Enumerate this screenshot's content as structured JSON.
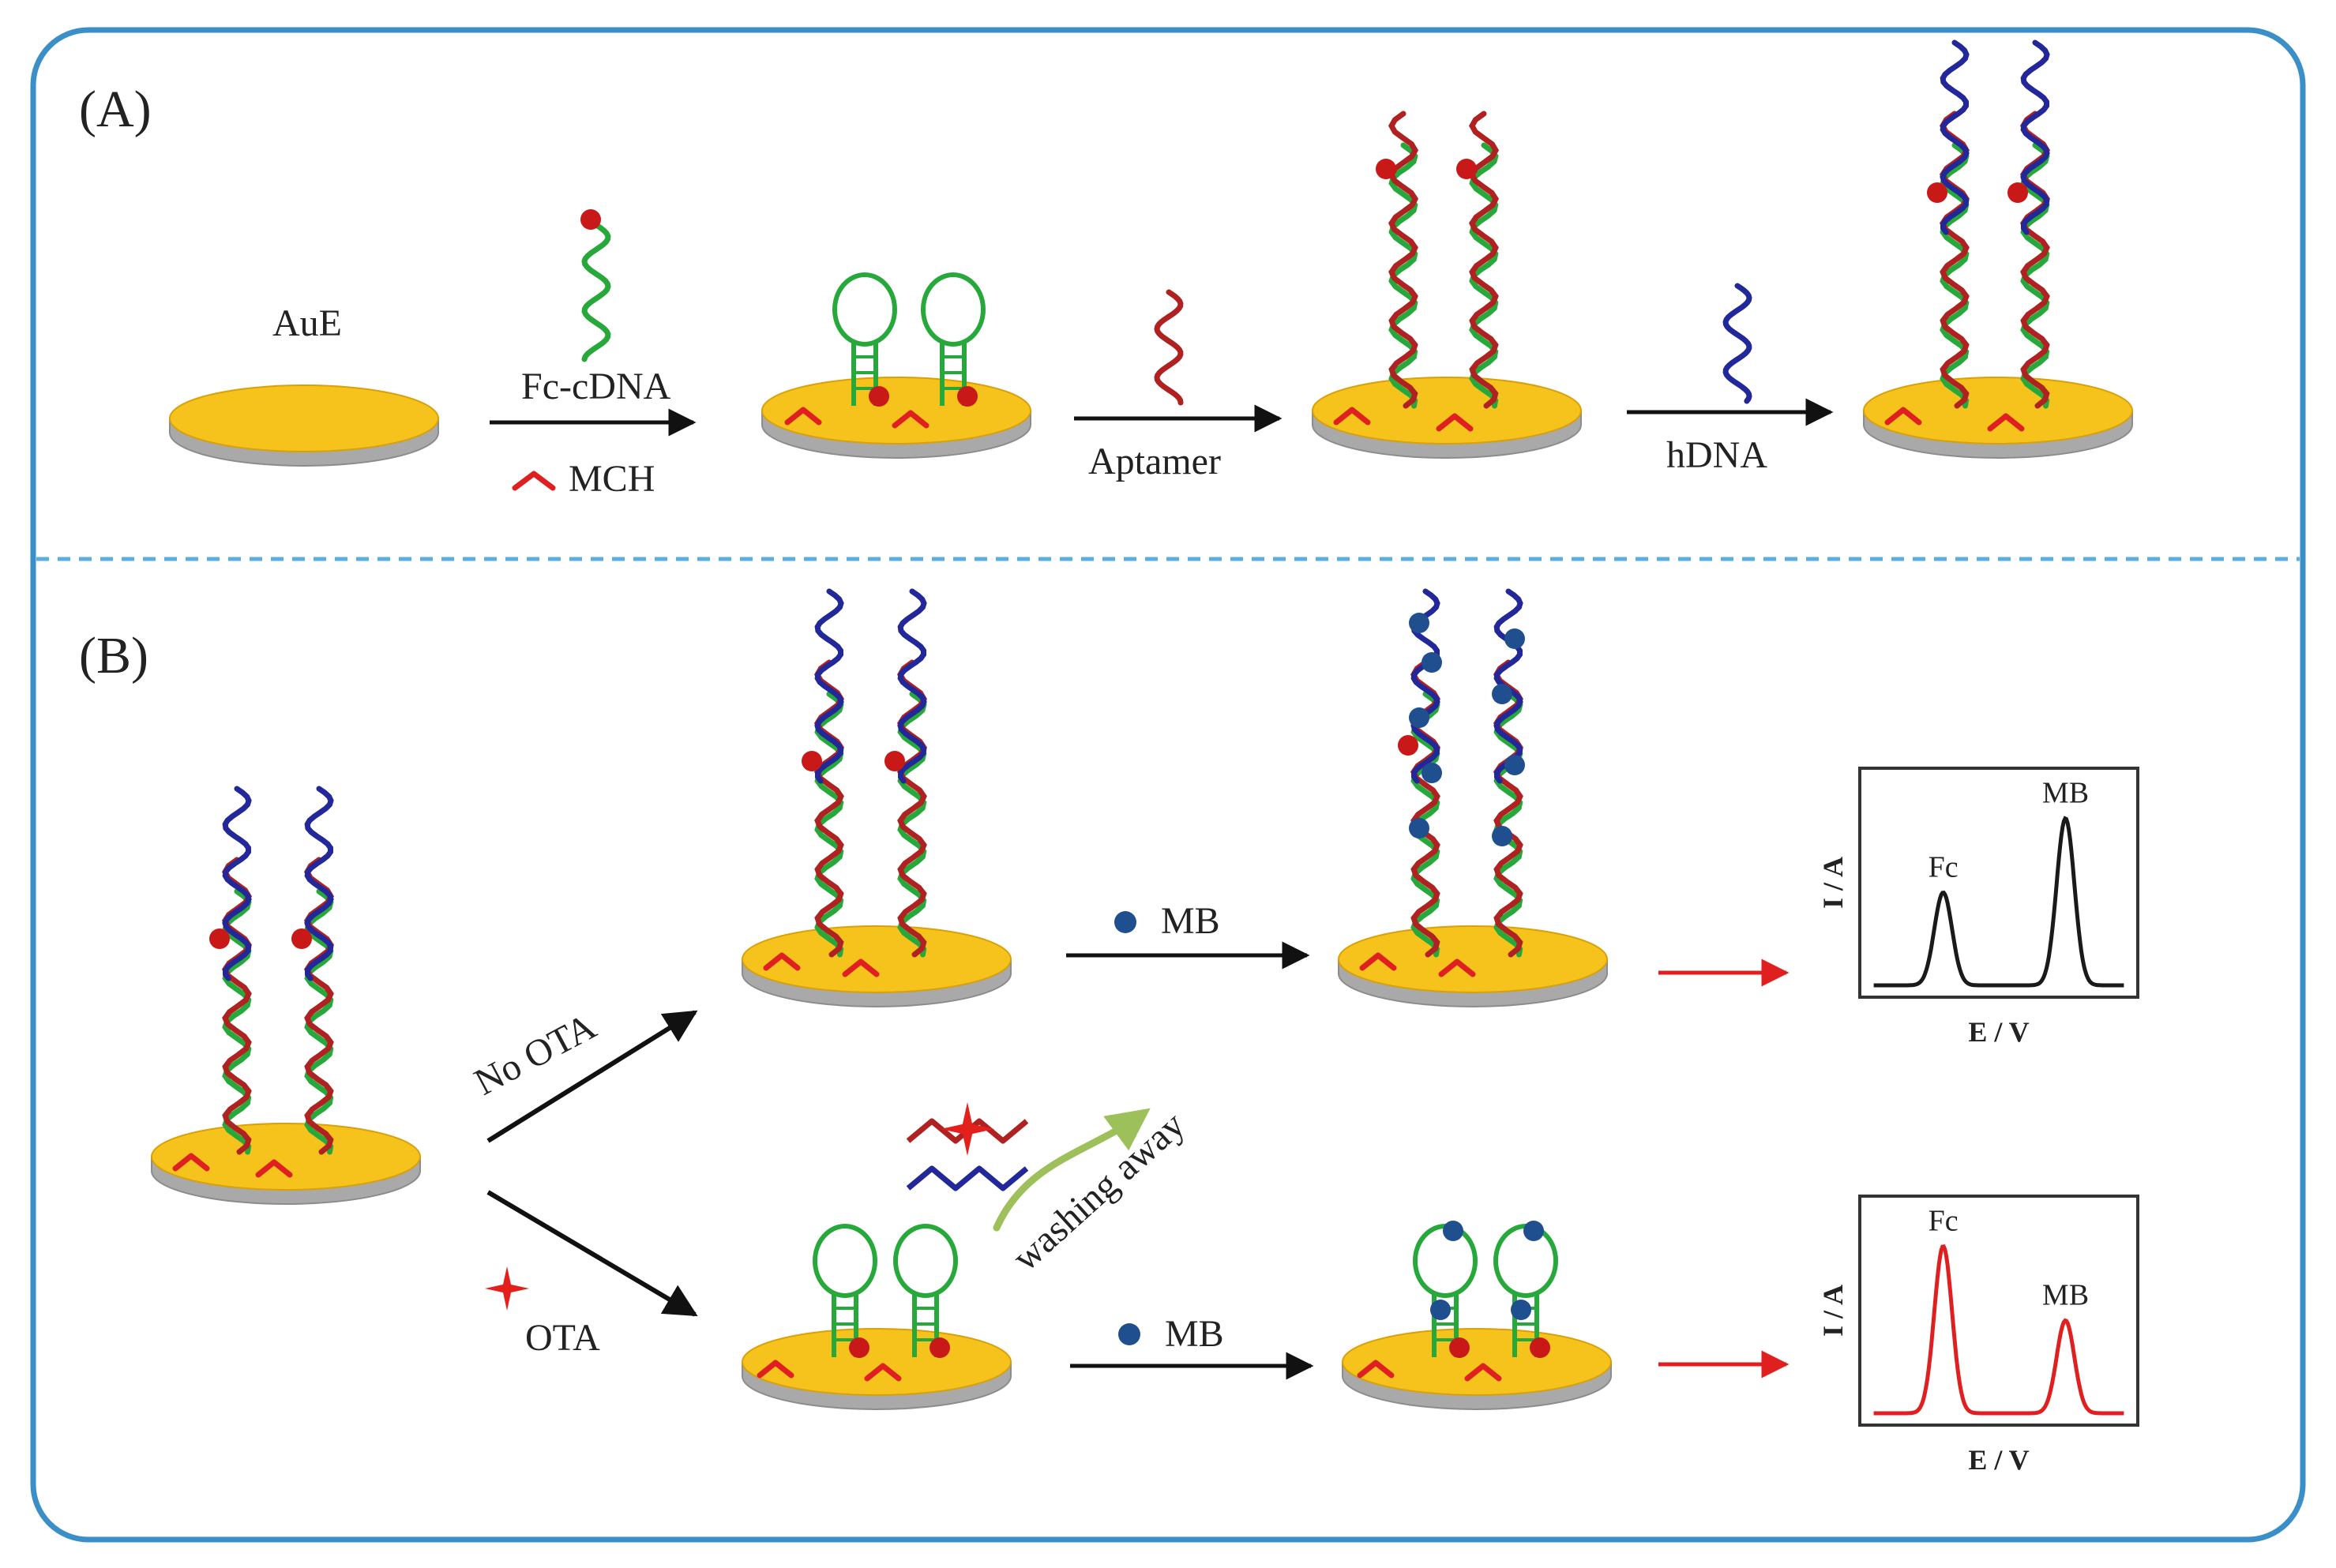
{
  "panels": {
    "a": {
      "label": "(A)"
    },
    "b": {
      "label": "(B)"
    }
  },
  "labels": {
    "aue": "AuE",
    "fc_cdna": "Fc-cDNA",
    "mch": "MCH",
    "aptamer": "Aptamer",
    "hdna": "hDNA",
    "no_ota": "No OTA",
    "ota": "OTA",
    "mb_top": "MB",
    "mb_bottom": "MB",
    "washing_away": "washing away"
  },
  "graphs": [
    {
      "fc_label": "Fc",
      "mb_label": "MB",
      "x_axis": "E / V",
      "y_axis": "I / A",
      "trace_color": "#1a1a1a",
      "fc_peak": 0.5,
      "mb_peak": 0.9
    },
    {
      "fc_label": "Fc",
      "mb_label": "MB",
      "x_axis": "E / V",
      "y_axis": "I / A",
      "trace_color": "#e02020",
      "fc_peak": 0.9,
      "mb_peak": 0.5
    }
  ],
  "colors": {
    "frame": "#3a8fc8",
    "divider": "#5aaee0",
    "gold": "#f6c21c",
    "electrode_side": "#a9a9a9",
    "cdna": "#27a83a",
    "aptamer": "#b02121",
    "hdna": "#22279a",
    "fc": "#c81818",
    "mb": "#1f4f8f",
    "ota": "#e3201b",
    "wash_arrow": "#9ec05a",
    "red_arrow": "#e02020"
  }
}
